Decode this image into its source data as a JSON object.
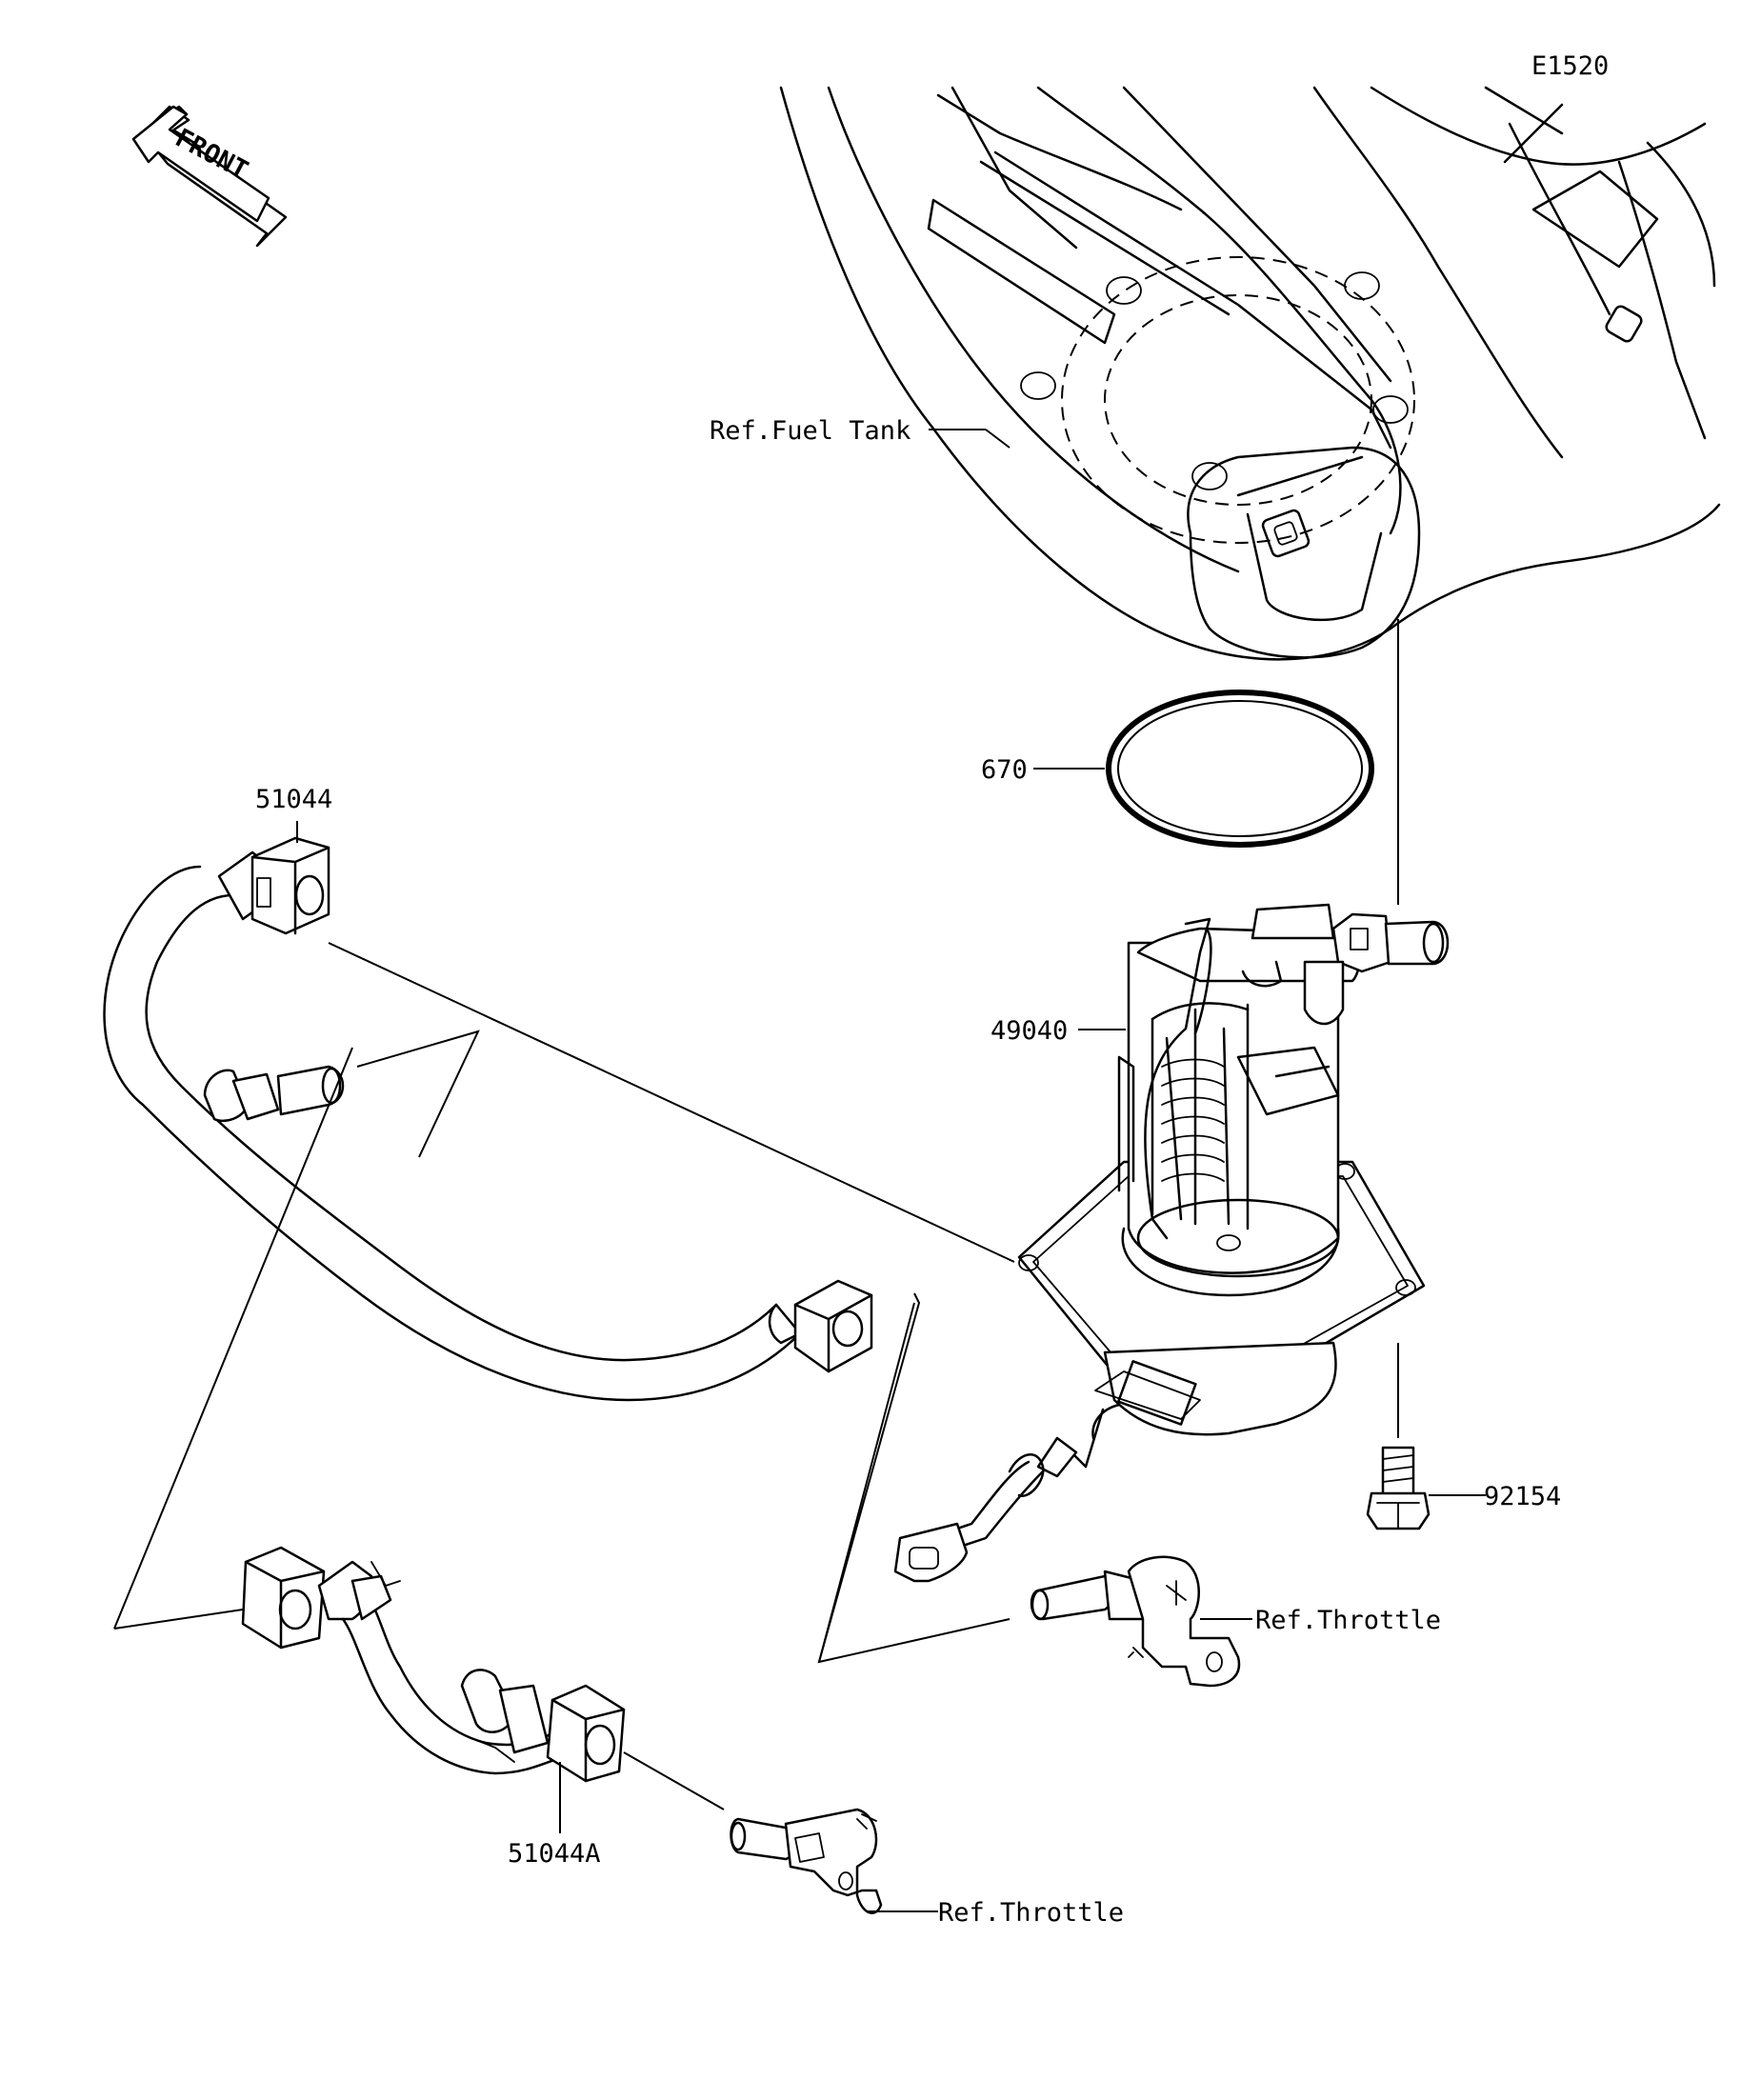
{
  "diagram_code": "E1520",
  "orientation": {
    "front_label": "FRONT"
  },
  "labels": {
    "fuel_tank": "Ref.Fuel Tank",
    "o_ring": "670",
    "fuel_pump": "49040",
    "bolt": "92154",
    "hose_upper": "51044",
    "hose_lower": "51044A",
    "throttle_upper": "Ref.Throttle",
    "throttle_lower": "Ref.Throttle"
  }
}
